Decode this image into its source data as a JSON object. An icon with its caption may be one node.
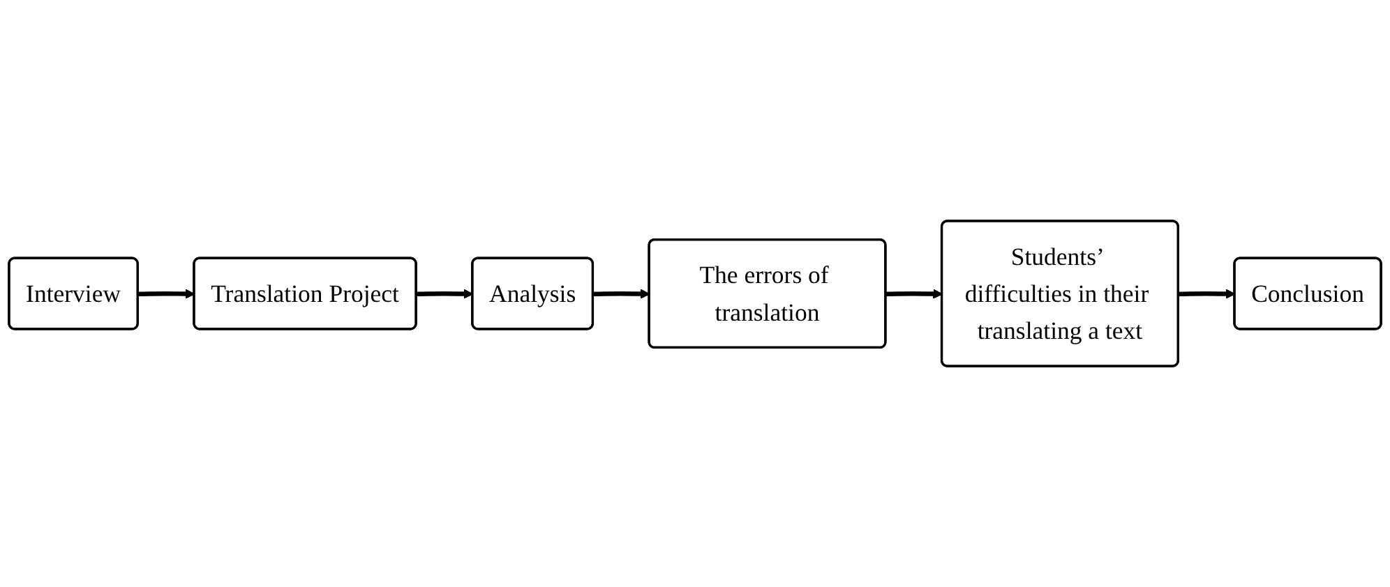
{
  "diagram": {
    "nodes": [
      {
        "text": [
          "Translation Project"
        ]
      },
      {
        "text": [
          "Interview"
        ]
      },
      {
        "text": [
          "Analysis"
        ]
      },
      {
        "text": [
          "The errors of translation"
        ]
      },
      {
        "text": [
          "Students’ difficulties in their translating a text"
        ]
      },
      {
        "text": [
          "Conclusion"
        ]
      }
    ],
    "edges": [
      {
        "from": 1,
        "to": 0,
        "arrow": "to"
      },
      {
        "from": 0,
        "to": 2,
        "arrow": "to"
      },
      {
        "from": 2,
        "to": 3,
        "arrow": "to"
      },
      {
        "from": 3,
        "to": 4,
        "arrow": "to"
      },
      {
        "from": 4,
        "to": 5,
        "arrow": "to"
      }
    ]
  }
}
